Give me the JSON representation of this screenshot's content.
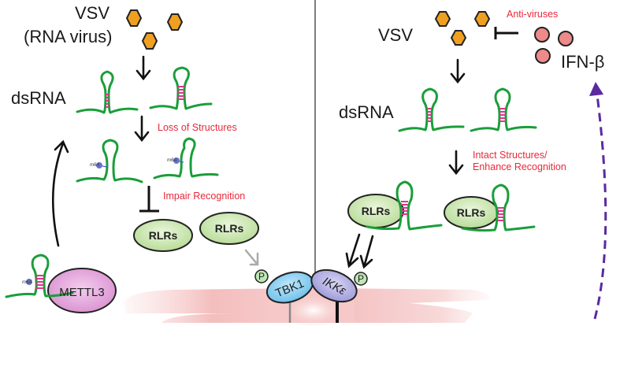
{
  "figure": {
    "type": "signaling-mechanism-diagram",
    "colors": {
      "rna_strand": "#1a9e3a",
      "base_pairs": "#e0358f",
      "virus": "#f0a020",
      "ifn": "#ee8a8a",
      "annotation_red": "#e8283a",
      "feedback_arrow": "#5a2aa0",
      "rlr_fill": "#cfe8b0",
      "mettl3_fill": "#e3a9dc",
      "tbk1_fill": "#8fd0f0",
      "ikke_fill": "#b7b4e4",
      "membrane": "#f3b8b8"
    }
  },
  "left_panel": {
    "virus_label_line1": "VSV",
    "virus_label_line2": "(RNA virus)",
    "dsrna_label": "dsRNA",
    "loss_label": "Loss of Structures",
    "impair_label": "Impair Recognition",
    "rlr_labels": [
      "RLRs",
      "RLRs"
    ],
    "m6a_mark": "m6A",
    "mettl3_label": "METTL3",
    "phospho_label": "P"
  },
  "center": {
    "tbk1_label": "TBK1",
    "ikke_label": "IKKε",
    "phospho_label": "P"
  },
  "right_panel": {
    "virus_label": "VSV",
    "antivirus_label": "Anti-viruses",
    "ifn_label": "IFN-β",
    "dsrna_label": "dsRNA",
    "intact_label_line1": "Intact Structures/",
    "intact_label_line2": "Enhance Recognition",
    "rlr_labels": [
      "RLRs",
      "RLRs"
    ]
  }
}
